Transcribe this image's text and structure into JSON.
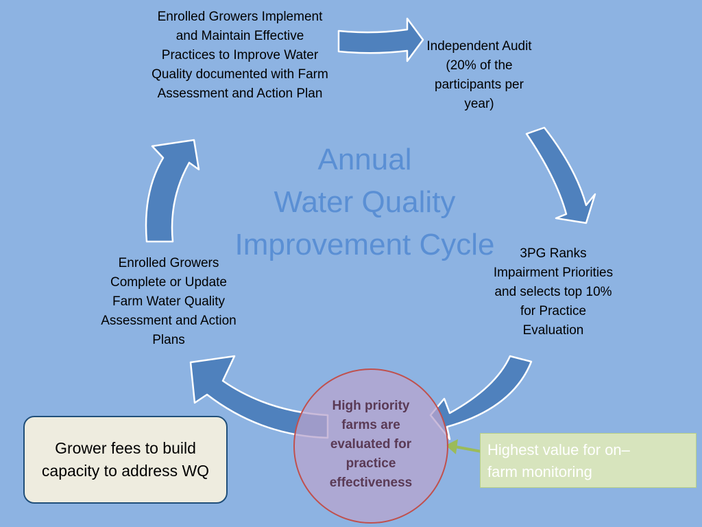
{
  "title_lines": [
    "Annual",
    "Water Quality",
    "Improvement Cycle"
  ],
  "steps": {
    "implement": "Enrolled Growers Implement and Maintain Effective  Practices to Improve Water Quality documented with Farm Assessment and Action Plan",
    "audit": "Independent Audit  (20% of the participants per year)",
    "rank": "3PG Ranks Impairment Priorities and selects top 10% for Practice Evaluation",
    "evaluate": "High priority farms are evaluated for practice effectiveness",
    "assess": "Enrolled Growers Complete or Update Farm Water Quality Assessment and Action Plans"
  },
  "callouts": {
    "fees": "Grower fees to build capacity to address WQ",
    "monitoring": "Highest  value for on–farm monitoring"
  },
  "colors": {
    "background": "#8db3e2",
    "arrow_fill": "#4f81bd",
    "arrow_outline": "#ffffff",
    "title": "#5a8fd4",
    "circle_border": "#c0504d",
    "callout_pointer": "#9bbb59"
  }
}
